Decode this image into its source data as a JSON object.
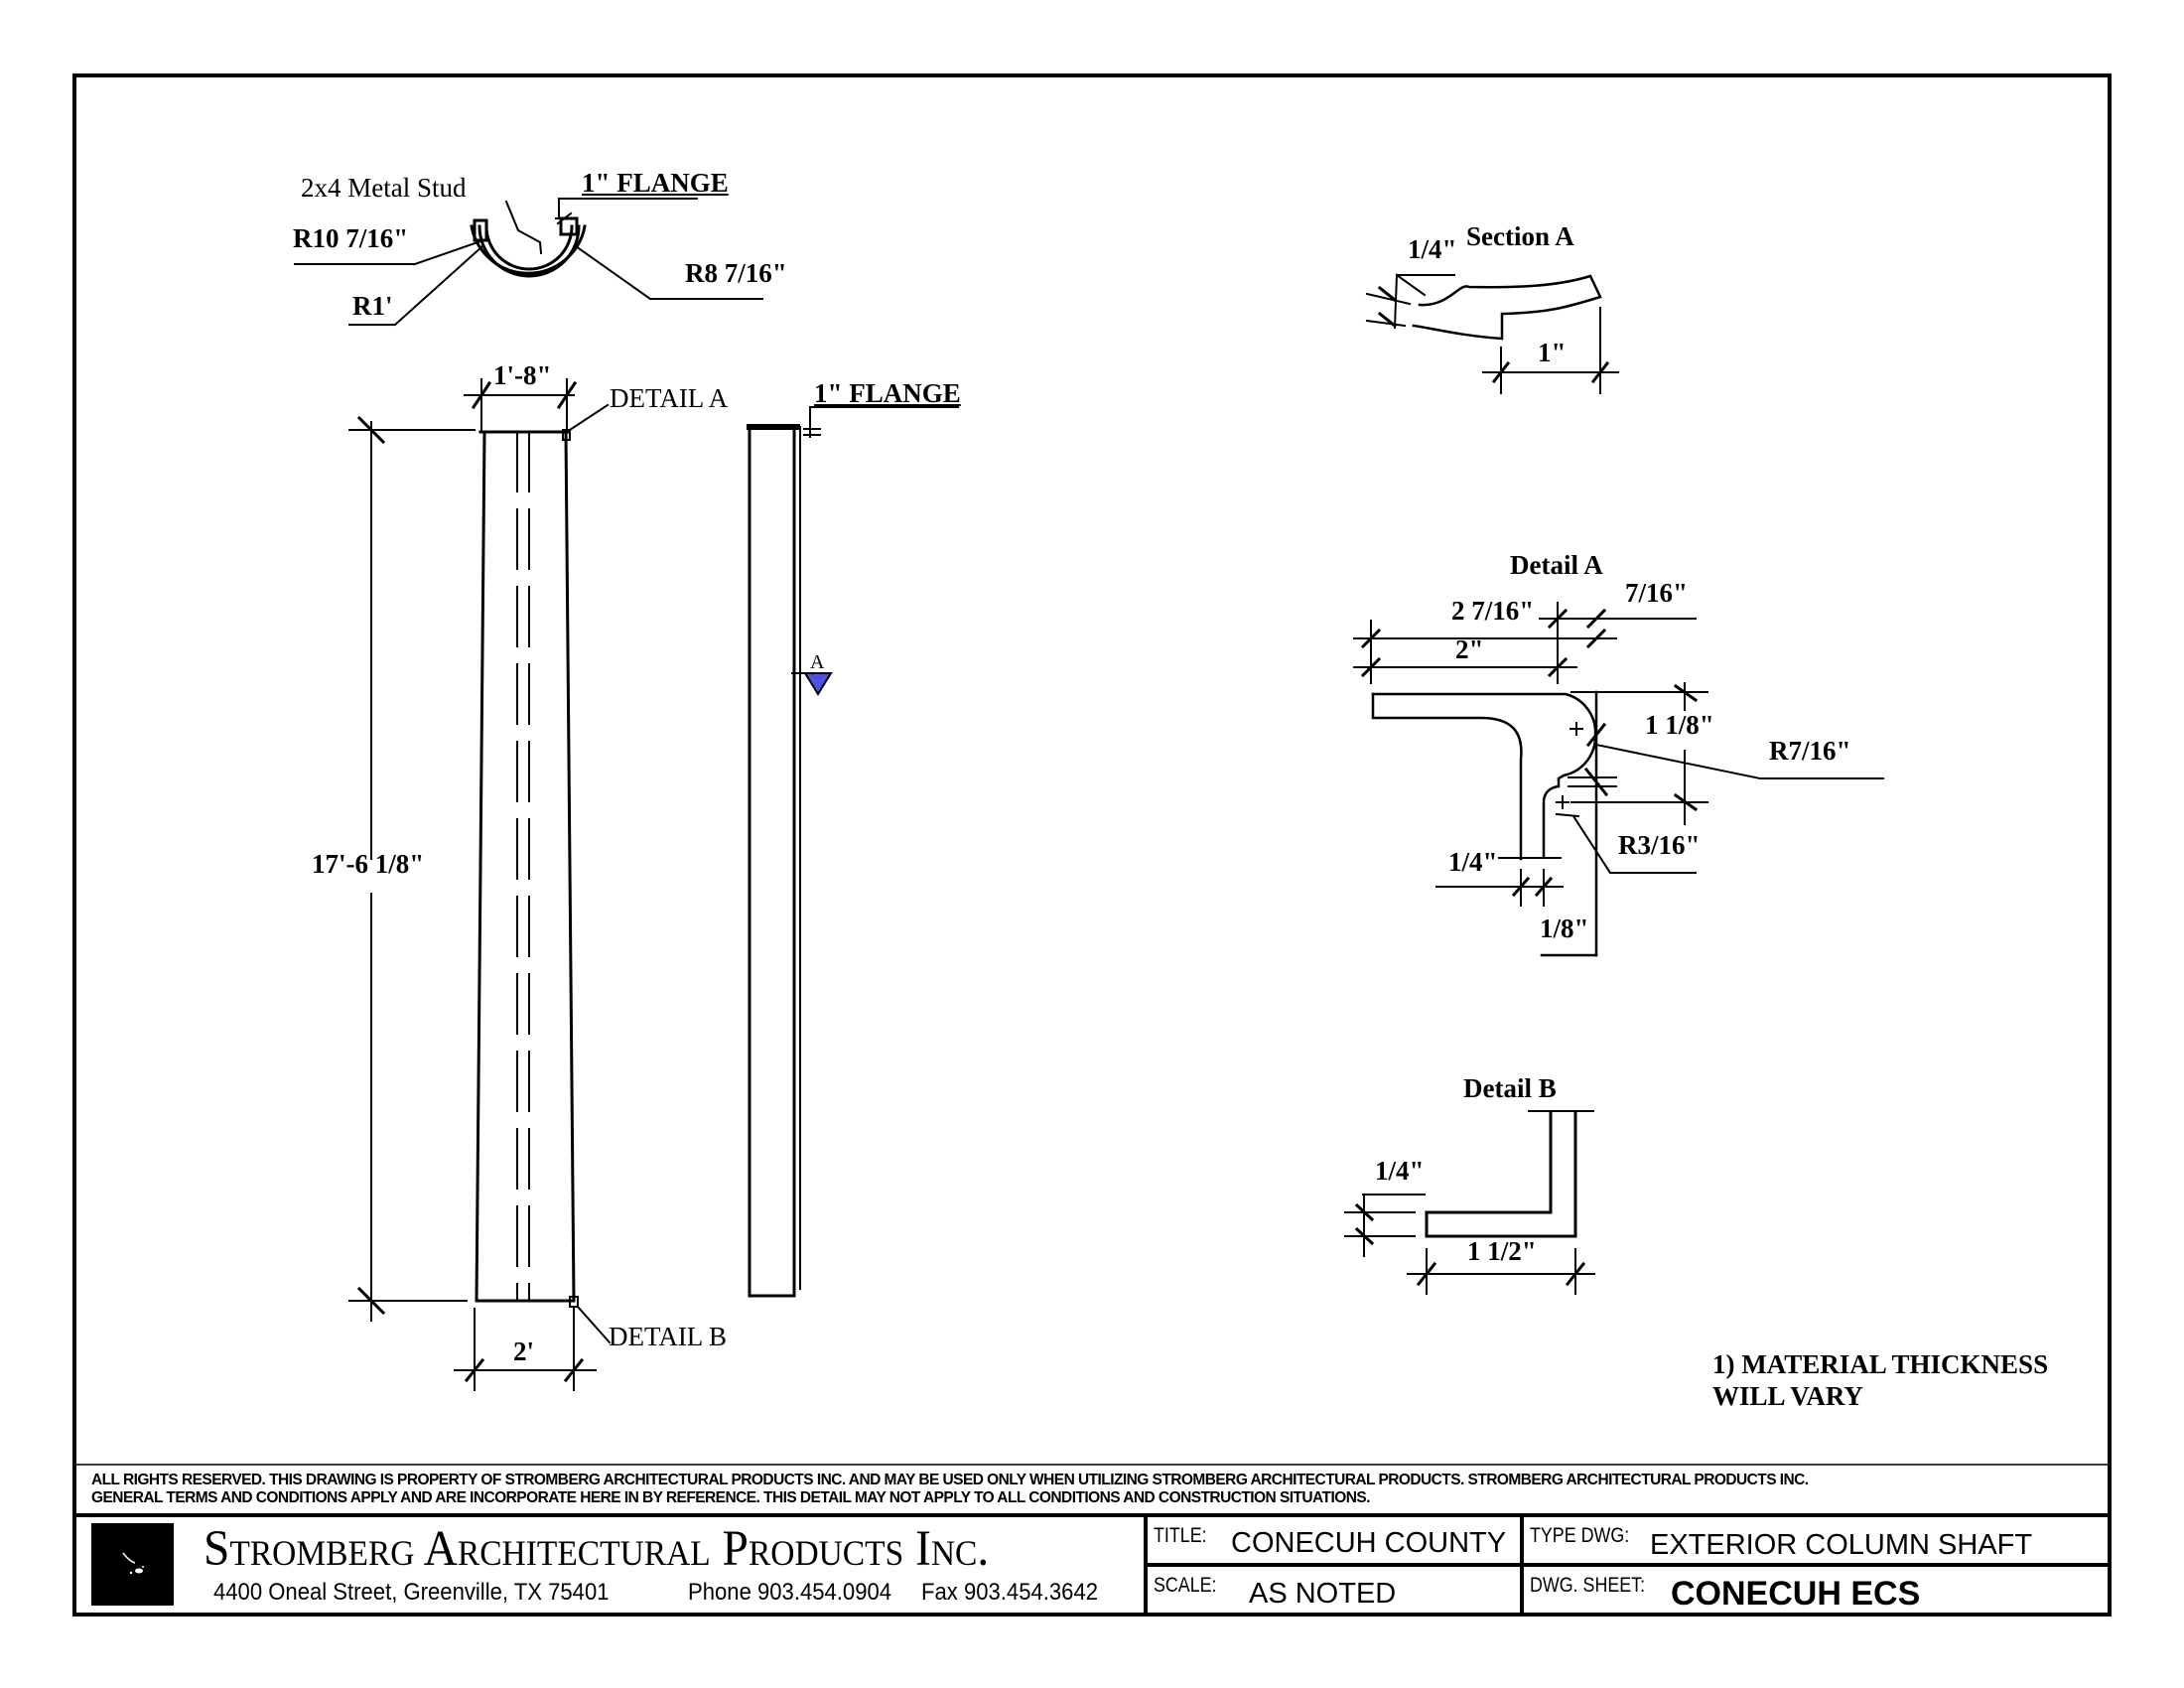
{
  "drawing": {
    "top_detail": {
      "stud_label": "2x4 Metal Stud",
      "flange_label": "1\" FLANGE",
      "r_outer": "R10 7/16\"",
      "r_inner": "R8 7/16\"",
      "r_small": "R1'"
    },
    "elevation": {
      "top_width": "1'-8\"",
      "bottom_width": "2'",
      "height": "17'-6 1/8\"",
      "detail_a_callout": "DETAIL  A",
      "detail_b_callout": "DETAIL  B",
      "flange_label": "1\" FLANGE",
      "section_marker": "A",
      "section_marker_color": "#5050e0"
    },
    "section_a": {
      "title": "Section  A",
      "thickness": "1/4\"",
      "flange": "1\""
    },
    "detail_a": {
      "title": "Detail  A",
      "dim_overall": "2 7/16\"",
      "dim_flange": "2\"",
      "dim_offset": "7/16\"",
      "dim_height": "1 1/8\"",
      "radius_large": "R7/16\"",
      "radius_small": "R3/16\"",
      "dim_thickness": "1/4\"",
      "dim_gap": "1/8\""
    },
    "detail_b": {
      "title": "Detail  B",
      "thickness": "1/4\"",
      "length": "1 1/2\""
    },
    "notes": [
      "1) MATERIAL THICKNESS",
      "WILL VARY"
    ]
  },
  "disclaimer": {
    "line1": "ALL RIGHTS RESERVED. THIS DRAWING IS PROPERTY OF STROMBERG ARCHITECTURAL PRODUCTS INC. AND MAY BE USED ONLY WHEN UTILIZING STROMBERG ARCHITECTURAL PRODUCTS.  STROMBERG ARCHITECTURAL PRODUCTS INC.",
    "line2": "GENERAL TERMS AND CONDITIONS APPLY AND ARE INCORPORATE HERE IN BY REFERENCE.  THIS DETAIL MAY NOT APPLY TO ALL CONDITIONS AND CONSTRUCTION SITUATIONS."
  },
  "title_block": {
    "company": "Stromberg Architectural Products Inc.",
    "address": "4400 Oneal Street, Greenville, TX  75401",
    "phone": "Phone 903.454.0904",
    "fax": "Fax 903.454.3642",
    "title_label": "TITLE:",
    "title_value": "CONECUH COUNTY",
    "scale_label": "SCALE:",
    "scale_value": "AS NOTED",
    "type_label": "TYPE DWG:",
    "type_value": "EXTERIOR COLUMN SHAFT",
    "sheet_label": "DWG. SHEET:",
    "sheet_value": "CONECUH ECS"
  }
}
